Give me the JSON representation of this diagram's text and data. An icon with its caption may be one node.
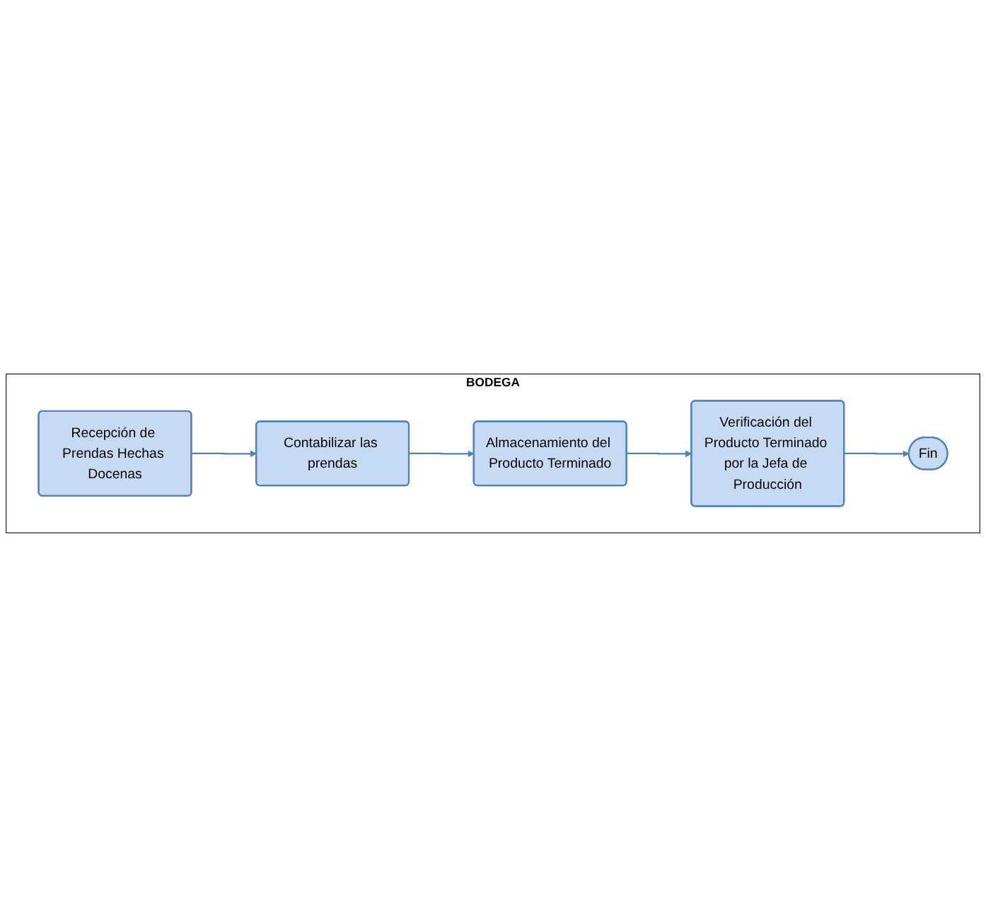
{
  "diagram": {
    "nodes": [
      {
        "text": [
          "BODEGA"
        ]
      },
      {
        "text": [
          "Recepción de Prendas Hechas Docenas"
        ],
        "in": 0
      },
      {
        "text": [
          "Contabilizar las prendas"
        ],
        "in": 0
      },
      {
        "text": [
          "Almacenamiento del Producto Terminado"
        ],
        "in": 0
      },
      {
        "text": [
          "Verificación del Producto Terminado por la Jefa de Producción"
        ],
        "in": 0
      },
      {
        "text": [
          "Fin"
        ],
        "in": 0
      }
    ],
    "edges": [
      {
        "from": 1,
        "to": 2,
        "arrow": "to"
      },
      {
        "from": 2,
        "to": 3,
        "arrow": "to"
      },
      {
        "from": 3,
        "to": 4,
        "arrow": "to"
      },
      {
        "from": 4,
        "to": 5,
        "arrow": "to"
      }
    ]
  }
}
